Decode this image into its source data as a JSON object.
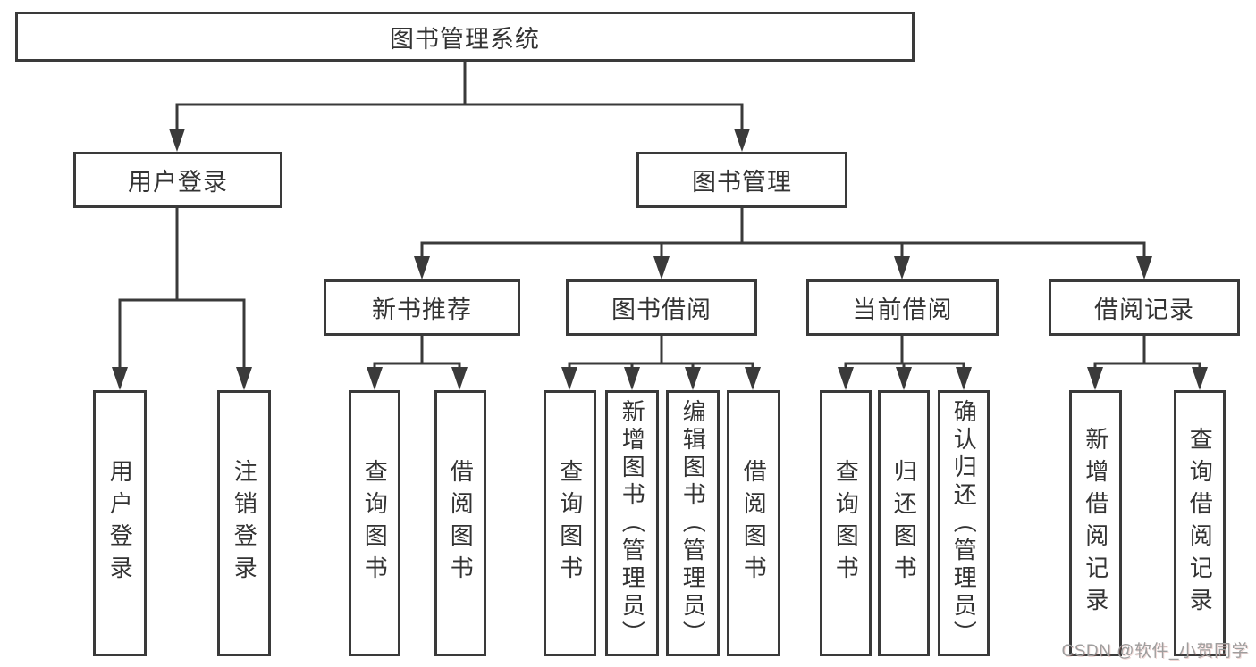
{
  "diagram_title": "图书管理系统",
  "nodes": {
    "root": {
      "label": "图书管理系统"
    },
    "user_login": {
      "label": "用户登录"
    },
    "book_mgmt": {
      "label": "图书管理"
    },
    "new_book_rec": {
      "label": "新书推荐"
    },
    "book_borrow": {
      "label": "图书借阅"
    },
    "current_borrow": {
      "label": "当前借阅"
    },
    "borrow_record": {
      "label": "借阅记录"
    },
    "leaf_user_login": {
      "label": "用户登录"
    },
    "leaf_logout": {
      "label": "注销登录"
    },
    "leaf_query_book_rec": {
      "label": "查询图书"
    },
    "leaf_borrow_book_rec": {
      "label": "借阅图书"
    },
    "leaf_query_book_borrow": {
      "label": "查询图书"
    },
    "leaf_add_book_admin": {
      "label": "新增图书（管理员）"
    },
    "leaf_edit_book_admin": {
      "label": "编辑图书（管理员）"
    },
    "leaf_borrow_book_borrow": {
      "label": "借阅图书"
    },
    "leaf_query_book_current": {
      "label": "查询图书"
    },
    "leaf_return_book": {
      "label": "归还图书"
    },
    "leaf_confirm_return_admin": {
      "label": "确认归还（管理员）"
    },
    "leaf_add_borrow_record": {
      "label": "新增借阅记录"
    },
    "leaf_query_borrow_record": {
      "label": "查询借阅记录"
    }
  },
  "watermark": "CSDN @软件_小贺同学",
  "colors": {
    "line": "#3a3a3a",
    "text": "#333333",
    "watermark_text": "#9e9e9e",
    "background": "#ffffff"
  }
}
